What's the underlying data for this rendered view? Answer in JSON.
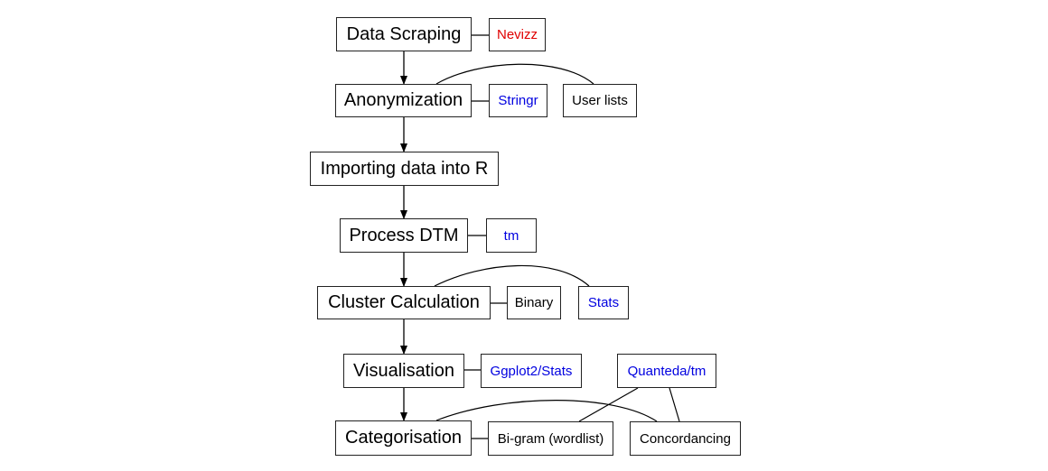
{
  "steps": {
    "scraping": "Data Scraping",
    "anonymization": "Anonymization",
    "importing": "Importing data into R",
    "process_dtm": "Process DTM",
    "cluster": "Cluster Calculation",
    "visualisation": "Visualisation",
    "categorisation": "Categorisation"
  },
  "tools": {
    "nevizz": "Nevizz",
    "stringr": "Stringr",
    "user_lists": "User lists",
    "tm": "tm",
    "binary": "Binary",
    "stats": "Stats",
    "ggplot2_stats": "Ggplot2/Stats",
    "quanteda_tm": "Quanteda/tm",
    "bigram": "Bi-gram (wordlist)",
    "concordancing": "Concordancing"
  },
  "colors": {
    "red_label": "#e00000",
    "blue_label": "#0000e0",
    "black_label": "#000000"
  }
}
